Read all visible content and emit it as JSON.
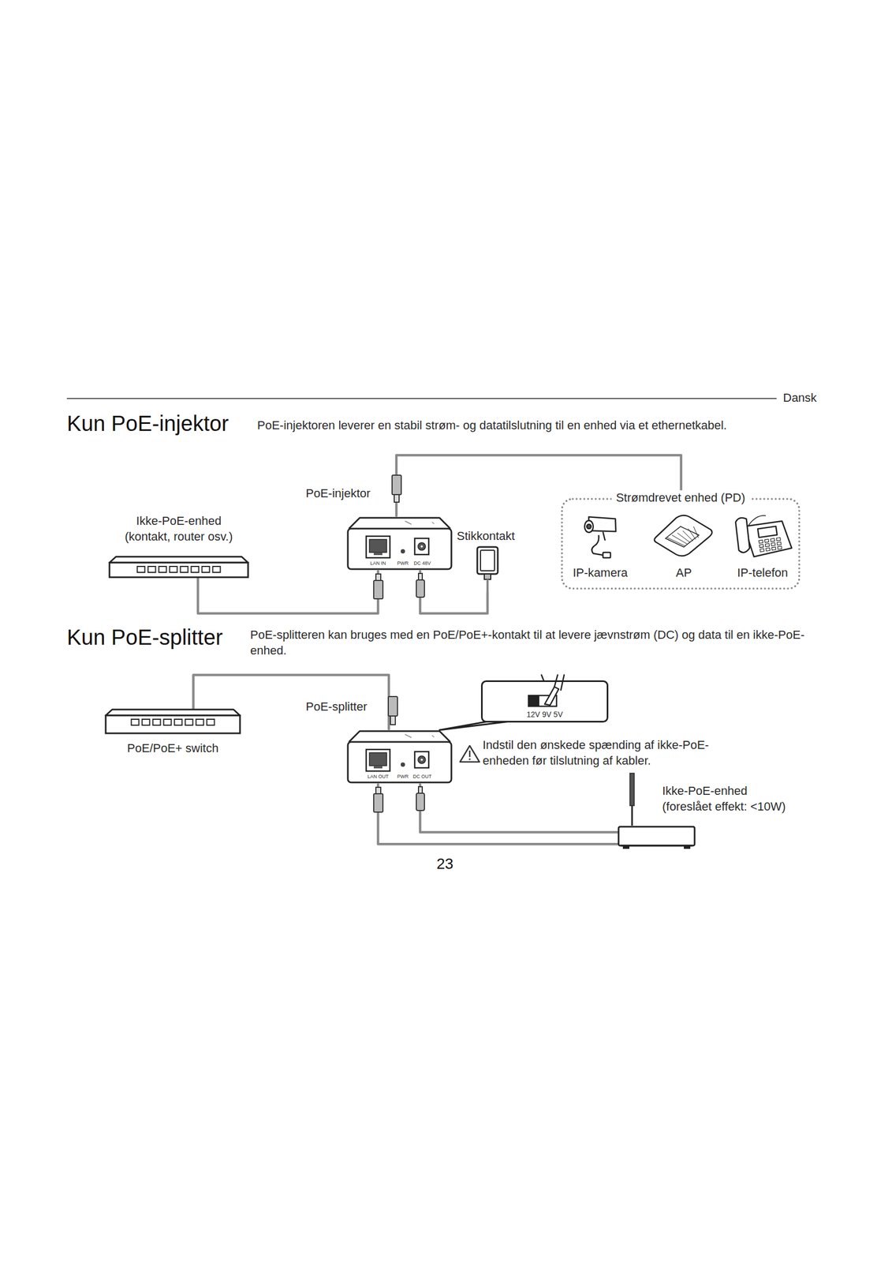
{
  "diagram": {
    "nodes": [
      {
        "text": [
          "Ikke-PoE-enhed (kontakt, router osv.)"
        ]
      },
      {
        "text": [
          "PoE-injektor",
          "LAN IN",
          "PWR",
          "DC 48V"
        ]
      },
      {
        "text": [
          "Stikkontakt"
        ]
      },
      {
        "text": [
          "Strømdrevet enhed (PD)"
        ]
      },
      {
        "text": [
          "IP-kamera"
        ],
        "in": 3
      },
      {
        "text": [
          "AP"
        ],
        "in": 3
      },
      {
        "text": [
          "IP-telefon"
        ],
        "in": 3
      },
      {
        "text": [
          "PoE/PoE+ switch"
        ]
      },
      {
        "text": [
          "PoE-splitter",
          "LAN OUT",
          "PWR",
          "DC OUT"
        ]
      },
      {
        "text": [
          "12V 9V 5V"
        ]
      },
      {
        "text": [
          "Ikke-PoE-enhed (foreslået effekt: <10W)"
        ]
      }
    ],
    "edges": [
      {
        "from": 0,
        "to": 1,
        "arrow": "none"
      },
      {
        "from": 2,
        "to": 1,
        "arrow": "none"
      },
      {
        "from": 1,
        "to": 3,
        "arrow": "none"
      },
      {
        "from": 7,
        "to": 8,
        "arrow": "none"
      },
      {
        "from": 8,
        "to": 10,
        "arrow": "none"
      },
      {
        "from": 8,
        "to": 10,
        "arrow": "none"
      }
    ],
    "labels": [
      "Dansk",
      "Kun PoE-injektor",
      "PoE-injektoren leverer en stabil strøm- og datatilslutning til en enhed via et ethernetkabel.",
      "Kun PoE-splitter",
      "PoE-splitteren kan bruges med en PoE/PoE+-kontakt til at levere jævnstrøm (DC) og data til en ikke-PoE-enhed.",
      "Indstil den ønskede spænding af ikke-PoE-enheden før tilslutning af kabler.",
      "23"
    ]
  }
}
